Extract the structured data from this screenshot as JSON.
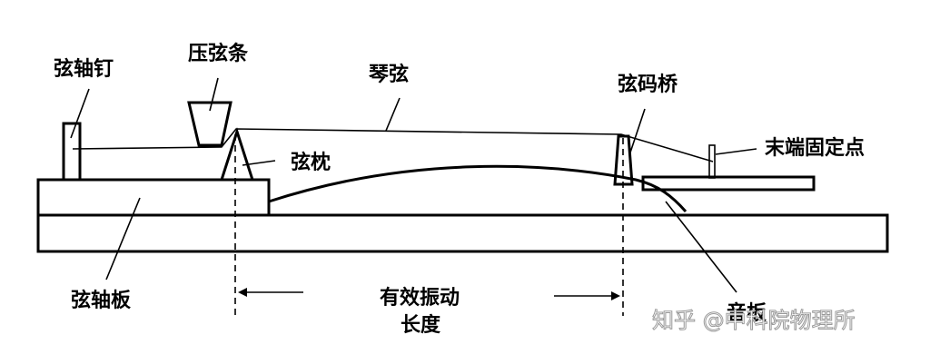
{
  "labels": {
    "tuning_pin": "弦轴钉",
    "pressure_bar": "压弦条",
    "string": "琴弦",
    "bridge": "弦码桥",
    "hitch_pin": "末端固定点",
    "nut": "弦枕",
    "pin_block": "弦轴板",
    "vibrating_length_line1": "有效振动",
    "vibrating_length_line2": "长度",
    "soundboard": "音板"
  },
  "watermark": "知乎 @中科院物理所"
}
